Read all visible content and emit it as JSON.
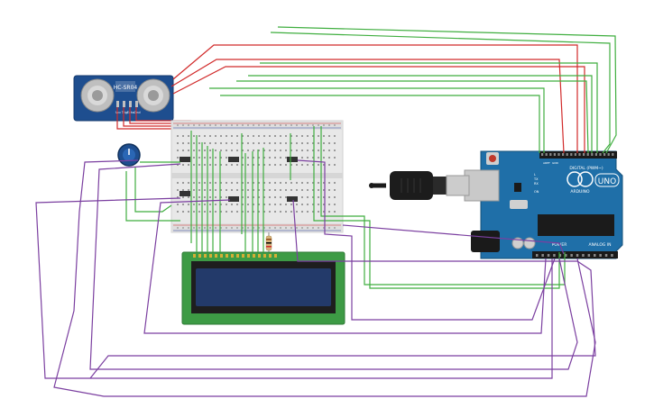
{
  "sensor": {
    "model": "HC-SR04",
    "pins": [
      "Vcc",
      "Trig",
      "Echo",
      "Gnd"
    ]
  },
  "arduino": {
    "brand": "ARDUINO",
    "model": "UNO",
    "digital_header": "DIGITAL (PWM~)",
    "power_header": "POWER",
    "analog_header": "ANALOG IN",
    "tx_label": "TX",
    "rx_label": "RX",
    "on_label": "ON",
    "l_label": "L",
    "aref_label": "AREF",
    "gnd_label": "GND"
  },
  "colors": {
    "wire_green": "#3fae3f",
    "wire_red": "#d12a2a",
    "wire_purple": "#7b3fa0",
    "arduino_blue": "#1f6fa8",
    "lcd_green": "#3d9b45",
    "lcd_screen": "#233a6a"
  }
}
